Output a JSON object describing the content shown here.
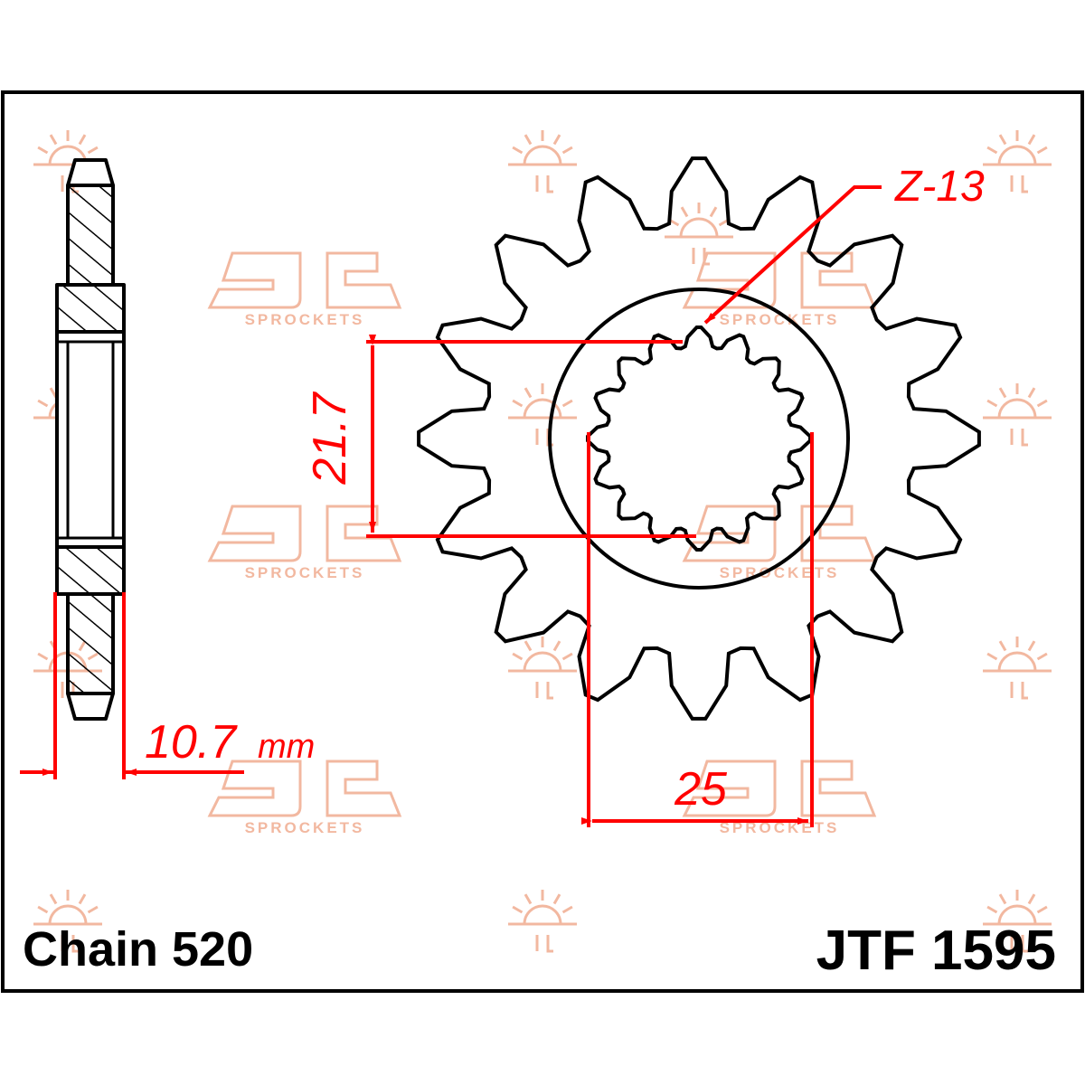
{
  "labels": {
    "chain": "Chain 520",
    "part_number": "JTF 1595",
    "spline_label": "Z-13",
    "thickness": "10.7",
    "thickness_unit": "mm",
    "spline_height": "21.7",
    "spline_width": "25"
  },
  "watermark": {
    "brand_text": "SPROCKETS",
    "color": "#f2b8a0"
  },
  "colors": {
    "dimension": "#ff0000",
    "outline": "#000000",
    "frame": "#000000"
  }
}
